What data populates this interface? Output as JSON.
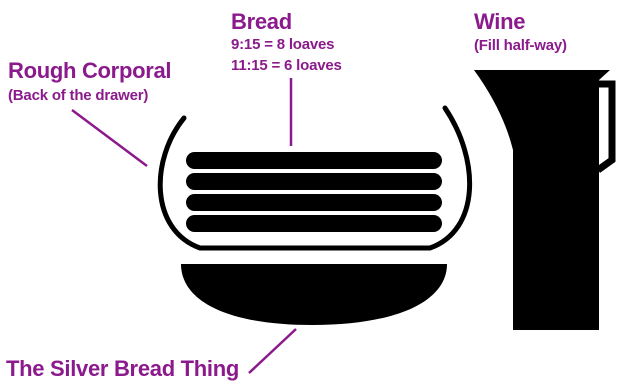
{
  "labels": {
    "bread": {
      "title": "Bread",
      "line1": "9:15 = 8 loaves",
      "line2": "11:15 = 6 loaves"
    },
    "corporal": {
      "title": "Rough Corporal",
      "subtitle": "(Back of the drawer)"
    },
    "wine": {
      "title": "Wine",
      "subtitle": "(Fill half-way)"
    },
    "silver_bread_thing": {
      "title": "The Silver Bread Thing"
    }
  },
  "colors": {
    "label": "#8b1a8c",
    "leader_line": "#8b1a8c",
    "objects": "#000000"
  }
}
